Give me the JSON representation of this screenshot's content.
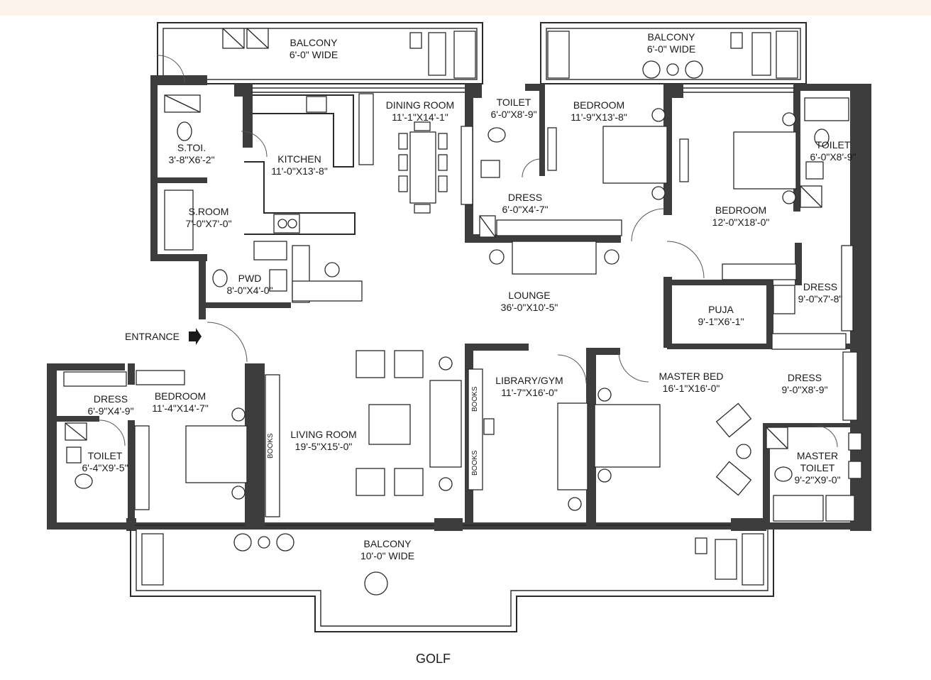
{
  "colors": {
    "wall": "#3d3d3d",
    "line": "#2a2a2a",
    "top_strip": "#fdf3ea",
    "background": "#ffffff"
  },
  "rooms": [
    {
      "id": "balcony-top-left",
      "name": "BALCONY",
      "dims": "6'-0\" WIDE"
    },
    {
      "id": "balcony-top-right",
      "name": "BALCONY",
      "dims": "6'-0\" WIDE"
    },
    {
      "id": "dining",
      "name": "DINING ROOM",
      "dims": "11'-1\"X14'-1\""
    },
    {
      "id": "toilet-1",
      "name": "TOILET",
      "dims": "6'-0\"X8'-9\""
    },
    {
      "id": "bedroom-1",
      "name": "BEDROOM",
      "dims": "11'-9\"X13'-8\""
    },
    {
      "id": "toilet-2",
      "name": "TOILET",
      "dims": "6'-0\"X8'-9\""
    },
    {
      "id": "servant-toilet",
      "name": "S.TOI.",
      "dims": "3'-8\"X6'-2\""
    },
    {
      "id": "kitchen",
      "name": "KITCHEN",
      "dims": "11'-0\"X13'-8\""
    },
    {
      "id": "dress-1",
      "name": "DRESS",
      "dims": "6'-0\"X4'-7\""
    },
    {
      "id": "bedroom-2",
      "name": "BEDROOM",
      "dims": "12'-0\"X18'-0\""
    },
    {
      "id": "servant-room",
      "name": "S.ROOM",
      "dims": "7'-0\"X7'-0\""
    },
    {
      "id": "pwd",
      "name": "PWD",
      "dims": "8'-0\"X4'-0\""
    },
    {
      "id": "dress-2",
      "name": "DRESS",
      "dims": "9'-0\"x7'-8\""
    },
    {
      "id": "lounge",
      "name": "LOUNGE",
      "dims": "36'-0\"X10'-5\""
    },
    {
      "id": "puja",
      "name": "PUJA",
      "dims": "9'-1\"X6'-1\""
    },
    {
      "id": "library",
      "name": "LIBRARY/GYM",
      "dims": "11'-7\"X16'-0\""
    },
    {
      "id": "master-bed",
      "name": "MASTER BED",
      "dims": "16'-1\"X16'-0\""
    },
    {
      "id": "dress-master",
      "name": "DRESS",
      "dims": "9'-0\"X8'-9\""
    },
    {
      "id": "dress-3",
      "name": "DRESS",
      "dims": "6'-9\"X4'-9\""
    },
    {
      "id": "bedroom-3",
      "name": "BEDROOM",
      "dims": "11'-4\"X14'-7\""
    },
    {
      "id": "toilet-3",
      "name": "TOILET",
      "dims": "6'-4\"X9'-5\""
    },
    {
      "id": "living",
      "name": "LIVING ROOM",
      "dims": "19'-5\"X15'-0\""
    },
    {
      "id": "master-toilet",
      "name": "MASTER",
      "name2": "TOILET",
      "dims": "9'-2\"X9'-0\""
    },
    {
      "id": "balcony-bottom",
      "name": "BALCONY",
      "dims": "10'-0\" WIDE"
    }
  ],
  "labels": {
    "entrance": "ENTRANCE",
    "books": "BOOKS",
    "golf": "GOLF"
  }
}
